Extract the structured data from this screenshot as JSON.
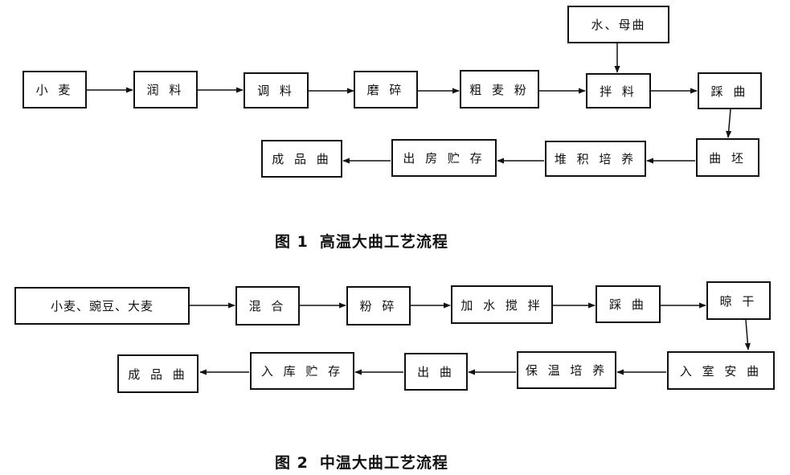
{
  "figure1": {
    "caption_number": "图 1",
    "caption_title": "高温大曲工艺流程",
    "steps": {
      "wheat": "小 麦",
      "moisten": "润 料",
      "adjust": "调 料",
      "grind": "磨 碎",
      "coarse_flour": "粗 麦 粉",
      "water_mother_qu": "水、母曲",
      "mix": "拌 料",
      "tread": "踩 曲",
      "qu_blank": "曲 坯",
      "stack_culture": "堆 积 培 养",
      "out_storage": "出 房 贮 存",
      "finished": "成 品 曲"
    }
  },
  "figure2": {
    "caption_number": "图 2",
    "caption_title": "中温大曲工艺流程",
    "steps": {
      "grains": "小麦、豌豆、大麦",
      "blend": "混 合",
      "crush": "粉 碎",
      "water_stir": "加 水 搅 拌",
      "tread": "踩 曲",
      "dry": "晾 干",
      "into_room": "入 室 安 曲",
      "warm_culture": "保 温 培 养",
      "out_qu": "出 曲",
      "warehouse": "入 库 贮 存",
      "finished": "成 品 曲"
    }
  }
}
